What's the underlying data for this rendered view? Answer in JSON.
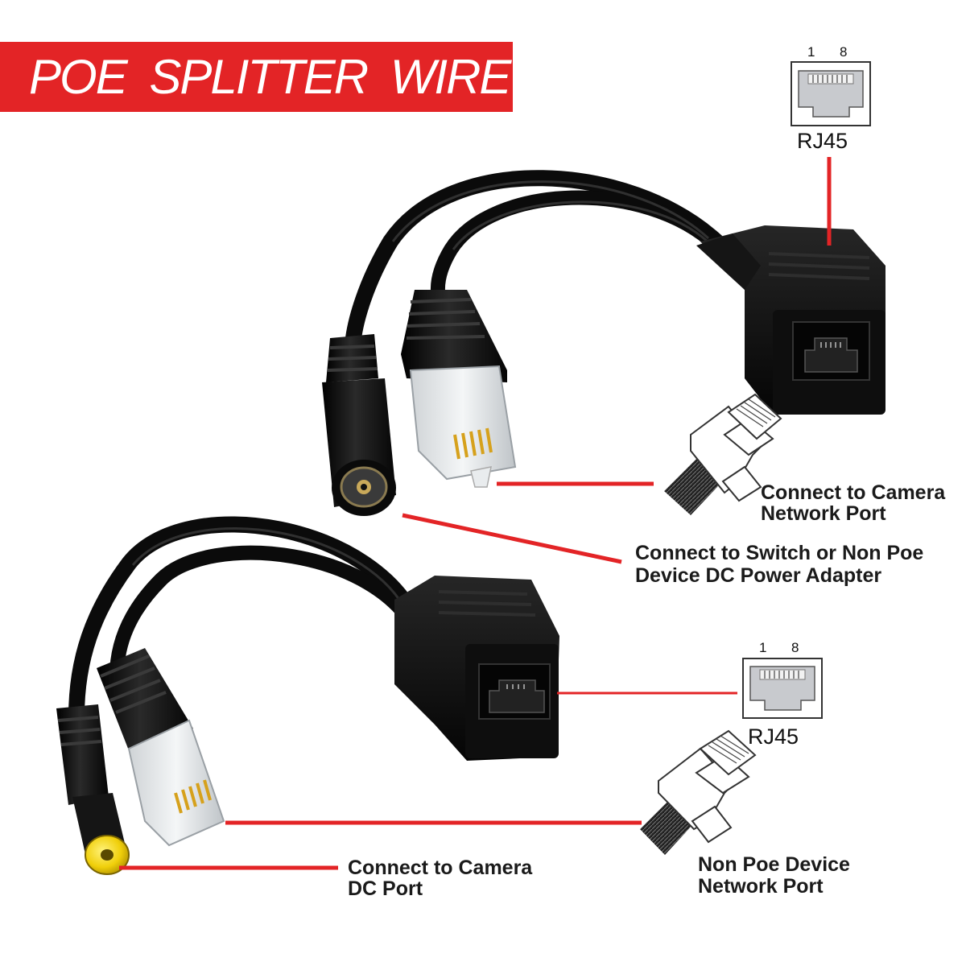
{
  "title": "POE SPLITTER WIRE",
  "colors": {
    "accent": "#e32426",
    "cable": "#111111",
    "connector_tip": "#f3d30c",
    "plug_gold": "#d6a11c"
  },
  "jack_icons": [
    {
      "label": "RJ45",
      "pin_first": "1",
      "pin_last": "8"
    },
    {
      "label": "RJ45",
      "pin_first": "1",
      "pin_last": "8"
    }
  ],
  "callouts": {
    "camera_network_port": [
      "Connect to Camera",
      "Network Port"
    ],
    "switch_dc_power": [
      "Connect to Switch or Non Poe",
      "Device DC Power Adapter"
    ],
    "camera_dc_port": [
      "Connect to Camera",
      "DC Port"
    ],
    "non_poe_network_port": [
      "Non Poe Device",
      "Network Port"
    ]
  },
  "icons": [
    "rj45-jack-icon",
    "ethernet-plug-icon",
    "dc-female-jack",
    "dc-male-plug",
    "rj45-female-coupler"
  ]
}
